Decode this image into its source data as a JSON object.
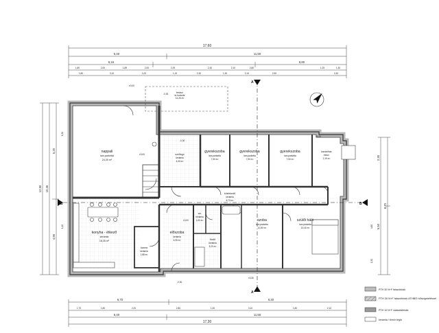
{
  "plan": {
    "rooms": [
      {
        "key": "napali",
        "name": "nappali",
        "floor": "lam.parketta",
        "area": "24,30 m²"
      },
      {
        "key": "konyha",
        "name": "konyha - étkező",
        "floor": "kerámia",
        "area": "18,35 m²"
      },
      {
        "key": "kamra",
        "name": "kamra",
        "floor": "kerámia",
        "area": "2,88 m²"
      },
      {
        "key": "eloter",
        "name": "szélfogó",
        "floor": "kerámia",
        "area": "4,40 m²"
      },
      {
        "key": "gyerek1",
        "name": "gyerekszoba",
        "floor": "lam.parketta",
        "area": "7,50 m²"
      },
      {
        "key": "gyerek2",
        "name": "gyerekszoba",
        "floor": "lam.parketta",
        "area": "7,50 m²"
      },
      {
        "key": "gyerek3",
        "name": "gyerekszoba",
        "floor": "lam.parketta",
        "area": "7,50 m²"
      },
      {
        "key": "kazan",
        "name": "kazánház",
        "floor": "beton",
        "area": "2,19 m²"
      },
      {
        "key": "kozlekedo",
        "name": "közlekedő",
        "floor": "kerámia",
        "area": "8,73 m²"
      },
      {
        "key": "wc",
        "name": "wc",
        "floor": "kerámia",
        "area": "1,60 m²"
      },
      {
        "key": "eloszoba",
        "name": "előszoba",
        "floor": "kerámia",
        "area": "6,30 m²"
      },
      {
        "key": "furdo",
        "name": "fürdő",
        "floor": "kerámia",
        "area": "5,20 m²"
      },
      {
        "key": "szoba",
        "name": "szoba",
        "floor": "lam.parketta",
        "area": "10,80 m²"
      },
      {
        "key": "haloszoba",
        "name": "szülői háló",
        "floor": "lam.parketta",
        "area": "14,40 m²"
      },
      {
        "key": "terasz",
        "name": "terasz",
        "floor": "fa burkolat",
        "area": "14,26 m²"
      }
    ],
    "section_marks": {
      "a_top": "A",
      "a_bottom": "A",
      "b_left": "B",
      "b_right": "B"
    },
    "dims_top": {
      "overall": "17,60",
      "row2": [
        "6,40",
        "11,50"
      ],
      "row3": [
        "5,16",
        "6,80"
      ],
      "row4": [
        "1,80",
        "2,00",
        "1,89",
        "2,00",
        "2,25",
        "2,30",
        "2,10",
        "2,80",
        "1,25",
        "1,30"
      ],
      "row5": [
        "1,80",
        "3,10",
        "1,00",
        "1,10",
        "2,30",
        "1,30",
        "2,10",
        "2,90",
        "0,30"
      ]
    },
    "dims_bottom": {
      "row1": [
        "6,70",
        "6,20"
      ],
      "row2": [
        "1,70",
        "1,80",
        "2,20",
        "2,80",
        "1,30",
        "3,10",
        "1,80",
        "2,10"
      ],
      "row3": [
        "6,40",
        "11,50"
      ],
      "overall": "17,30"
    },
    "dims_left": [
      "12,50",
      "10,46",
      "5,20",
      "4,95",
      "1,20",
      "1,50"
    ],
    "dims_right": [
      "2,30",
      "8,70",
      "5,50",
      "4,80",
      "1,50"
    ],
    "levels": [
      "±0,00",
      "-0,30",
      "±0,00",
      "-0,30",
      "±0,00",
      "+0,30",
      "-0,30",
      "±0,30"
    ],
    "legend": [
      {
        "label": "PTH 30 N+F falazóblokk",
        "fill": "#bdbdbd"
      },
      {
        "label": "PTH 30 N+F falazóblokk ATHBO hőszigeteléssel",
        "fill": "#d8d8d8"
      },
      {
        "label": "PTH 10 N+F válaszfalblokk",
        "fill": "#9a9a9a"
      },
      {
        "label": "kerámia / tömör tégla",
        "fill": "#ffffff"
      }
    ],
    "colors": {
      "wall": "#8c8c8c",
      "line": "#333333",
      "dim": "#444444"
    }
  }
}
